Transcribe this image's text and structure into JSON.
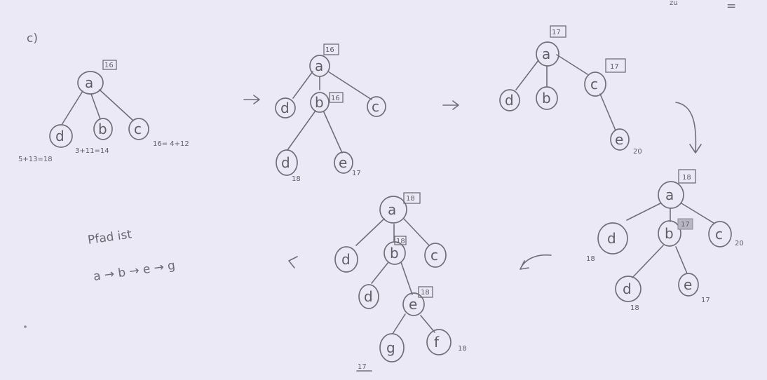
{
  "part_label": "c)",
  "corner_marks": {
    "top": "zu",
    "eq": "="
  },
  "trees": [
    {
      "id": "t1",
      "nodes": [
        {
          "label": "a",
          "badge": "16"
        },
        {
          "label": "d"
        },
        {
          "label": "b"
        },
        {
          "label": "c"
        }
      ],
      "annotations": [
        "5+13=18",
        "3+11=14",
        "16= 4+12"
      ]
    },
    {
      "id": "t2",
      "nodes": [
        {
          "label": "a",
          "badge": "16"
        },
        {
          "label": "d"
        },
        {
          "label": "b",
          "badge": "16"
        },
        {
          "label": "c"
        },
        {
          "label": "d",
          "value": "18"
        },
        {
          "label": "e",
          "value": "17"
        }
      ]
    },
    {
      "id": "t3",
      "nodes": [
        {
          "label": "a",
          "badge": "17"
        },
        {
          "label": "d"
        },
        {
          "label": "b"
        },
        {
          "label": "c",
          "badge": "17"
        },
        {
          "label": "e",
          "value": "20"
        }
      ]
    },
    {
      "id": "t4",
      "nodes": [
        {
          "label": "a",
          "badge": "18"
        },
        {
          "label": "d",
          "value": "18"
        },
        {
          "label": "b",
          "badge": "17"
        },
        {
          "label": "c",
          "value": "20"
        },
        {
          "label": "d",
          "value": "18"
        },
        {
          "label": "e",
          "value": "17"
        }
      ]
    },
    {
      "id": "t5",
      "nodes": [
        {
          "label": "a",
          "badge": "18"
        },
        {
          "label": "d"
        },
        {
          "label": "b",
          "badge": "18"
        },
        {
          "label": "c"
        },
        {
          "label": "d"
        },
        {
          "label": "e",
          "badge": "18"
        },
        {
          "label": "g",
          "value": "17"
        },
        {
          "label": "f",
          "value": "18"
        }
      ]
    }
  ],
  "path_note": {
    "line1": "Pfad ist",
    "line2": "a → b → e → g"
  }
}
